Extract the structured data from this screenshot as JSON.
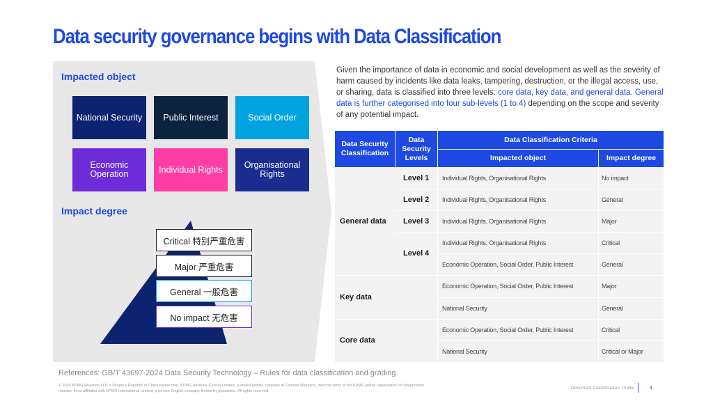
{
  "title": "Data security governance begins with Data Classification",
  "left": {
    "impacted_label": "Impacted object",
    "tiles": [
      {
        "label": "National Security",
        "color": "#0c2470"
      },
      {
        "label": "Public Interest",
        "color": "#0c2340"
      },
      {
        "label": "Social Order",
        "color": "#00a3e0"
      },
      {
        "label": "Economic Operation",
        "color": "#6d2bd9"
      },
      {
        "label": "Individual Rights",
        "color": "#ff3ea5"
      },
      {
        "label": "Organisational Rights",
        "color": "#1a2d8f"
      }
    ],
    "impact_label": "Impact degree",
    "levels": [
      {
        "label": "Critical 特别严重危害",
        "border": "#1e1e1e"
      },
      {
        "label": "Major 严重危害",
        "border": "#1e1e1e"
      },
      {
        "label": "General 一般危害",
        "border": "#00a3e0"
      },
      {
        "label": "No impact 无危害",
        "border": "#6d2bd9"
      }
    ],
    "pyramid_color": "#0c2470"
  },
  "intro": {
    "part1": "Given the importance of data in economic and social development as well as the severity of harm caused by incidents like data leaks, tampering, destruction, or the illegal access, use, or sharing, data is classified into three levels: ",
    "part2": "core data, key data, and general data. General data is further categorised into four sub-levels (1 to 4)",
    "part3": " depending on the scope and severity of any potential impact."
  },
  "table": {
    "headers": {
      "classification": "Data Security Classification",
      "levels": "Data Security Levels",
      "criteria": "Data Classification Criteria",
      "impacted": "Impacted object",
      "degree": "Impact degree"
    },
    "groups": [
      "General data",
      "Key data",
      "Core data"
    ],
    "level_labels": [
      "Level 1",
      "Level 2",
      "Level 3",
      "Level 4"
    ],
    "rows": [
      {
        "impacted": "Individual Rights, Organisational Rights",
        "degree": "No impact"
      },
      {
        "impacted": "Individual Rights, Organisational Rights",
        "degree": "General"
      },
      {
        "impacted": "Individual Rights, Organisational Rights",
        "degree": "Major"
      },
      {
        "impacted": "Individual Rights, Organisational Rights",
        "degree": "Critical"
      },
      {
        "impacted": "Economic Operation, Social Order, Public Interest",
        "degree": "General"
      },
      {
        "impacted": "Economic Operation, Social Order, Public Interest",
        "degree": "Major"
      },
      {
        "impacted": "National Security",
        "degree": "General"
      },
      {
        "impacted": "Economic Operation, Social Order, Public Interest",
        "degree": "Critical"
      },
      {
        "impacted": "National Security",
        "degree": "Critical or Major"
      }
    ]
  },
  "footer": {
    "references": "References: GB/T 43697-2024 Data Security Technology – Rules for data classification and grading.",
    "fine_print": "© 2024 KPMG Huazhen LLP, a People's Republic of China partnership, KPMG Advisory (China) Limited, a limited liability company in Chinese Mainland, member firms of the KPMG global organisation of independent member firms affiliated with KPMG International Limited, a private English company limited by guarantee. All rights reserved.",
    "classification": "Document Classification: Public",
    "page": "4"
  },
  "colors": {
    "accent": "#1e49e2",
    "panel": "#e8e8e8",
    "table_bg": "#f3f3f3"
  }
}
